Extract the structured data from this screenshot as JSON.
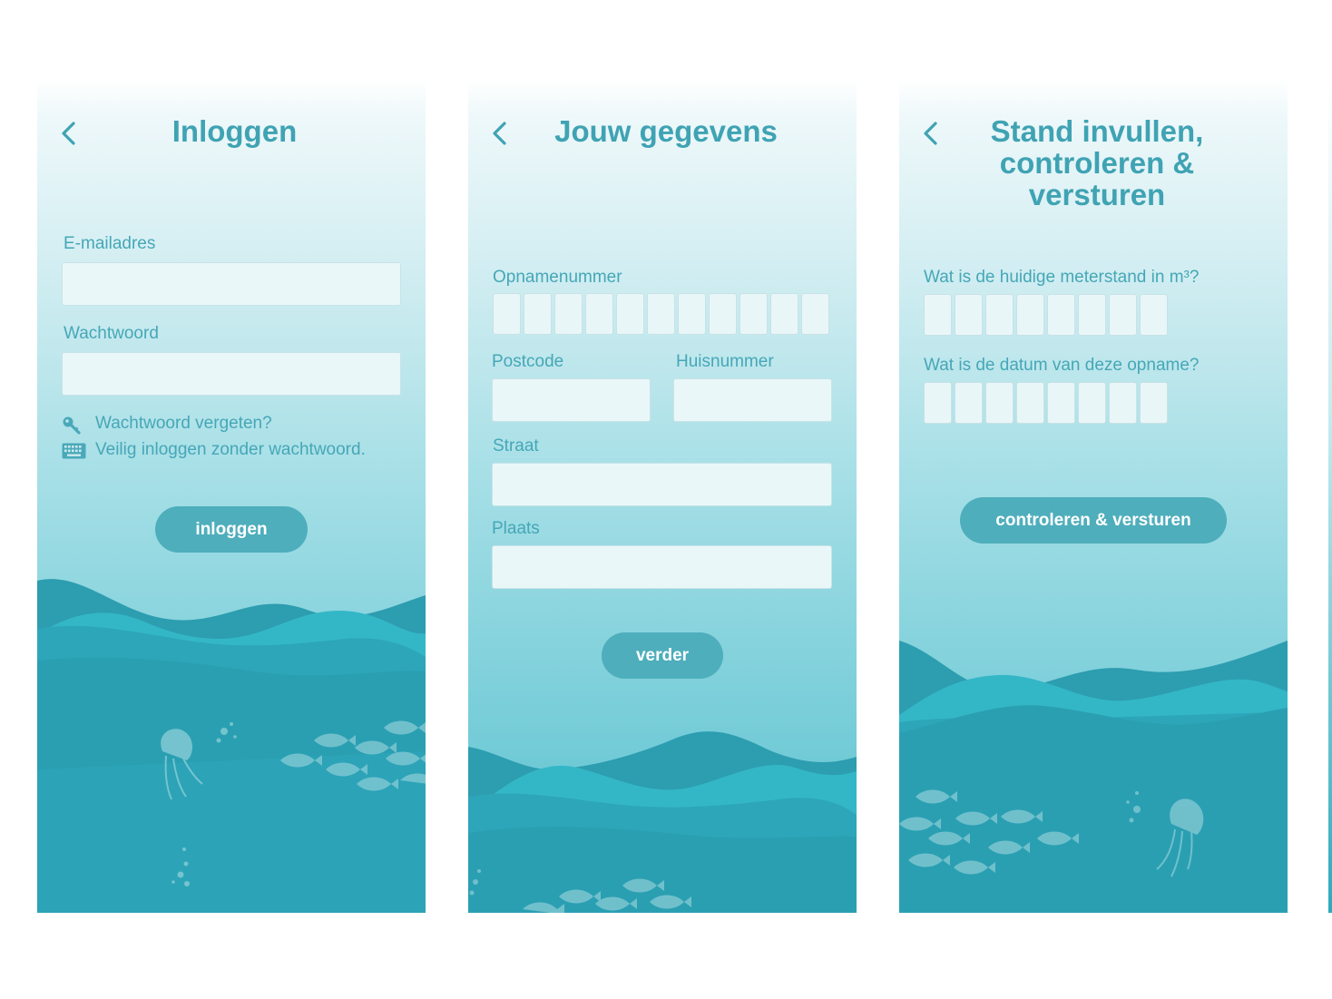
{
  "colors": {
    "accent": "#3fa3b3",
    "button": "#4eaebc",
    "wave_dark": "#2a98ab",
    "wave_light": "#35b9c9"
  },
  "screens": [
    {
      "title": "Inloggen",
      "email_label": "E-mailadres",
      "email_value": "",
      "password_label": "Wachtwoord",
      "password_value": "",
      "forgot_icon": "key-icon",
      "forgot_link": "Wachtwoord vergeten?",
      "passwordless_icon": "keyboard-icon",
      "passwordless_link": "Veilig inloggen zonder wachtwoord.",
      "button": "inloggen"
    },
    {
      "title": "Jouw gegevens",
      "opname_label": "Opnamenummer",
      "opname_boxes": 11,
      "postcode_label": "Postcode",
      "postcode_value": "",
      "huisnummer_label": "Huisnummer",
      "huisnummer_value": "",
      "straat_label": "Straat",
      "straat_value": "",
      "plaats_label": "Plaats",
      "plaats_value": "",
      "button": "verder"
    },
    {
      "title_line1": "Stand invullen,",
      "title_line2": "controleren &",
      "title_line3": "versturen",
      "meter_label": "Wat is de huidige meterstand in m³?",
      "meter_boxes": 8,
      "date_label": "Wat is de datum van deze opname?",
      "date_boxes": 8,
      "button": "controleren & versturen"
    }
  ]
}
